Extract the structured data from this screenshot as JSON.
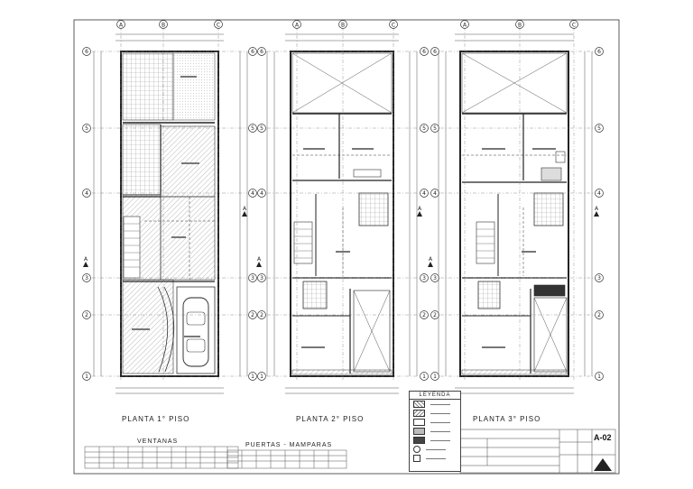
{
  "plans": [
    {
      "key": "p1",
      "title": "PLANTA 1° PISO"
    },
    {
      "key": "p2",
      "title": "PLANTA 2° PISO"
    },
    {
      "key": "p3",
      "title": "PLANTA 3° PISO"
    }
  ],
  "grid": {
    "columns": [
      "A",
      "B",
      "C"
    ],
    "rows": [
      "6",
      "5",
      "4",
      "3",
      "2",
      "1"
    ]
  },
  "section_marker": "A",
  "tables": {
    "ventanas_title": "VENTANAS",
    "puertas_title": "PUERTAS - MAMPARAS"
  },
  "legend": {
    "title": "LEYENDA"
  },
  "sheet": {
    "number": "A-02"
  },
  "colors": {
    "line": "#333333",
    "hatch": "#8a8a8a",
    "tile": "#bdbdbd"
  }
}
